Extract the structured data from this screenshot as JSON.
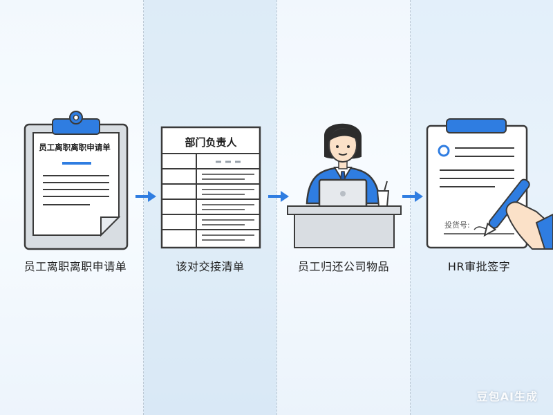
{
  "steps": [
    {
      "label": "员工离职离职申请单",
      "doc_title": "员工离职离职申请单",
      "icon": "clipboard-icon"
    },
    {
      "label": "该对交接清单",
      "doc_title": "部门负责人",
      "icon": "checklist-table-icon"
    },
    {
      "label": "员工归还公司物品",
      "icon": "employee-at-desk-icon"
    },
    {
      "label": "HR审批签字",
      "field_label": "投货号:",
      "icon": "signed-document-icon"
    }
  ],
  "arrow_icon": "right-arrow-icon",
  "watermark": "豆包AI生成",
  "colors": {
    "accent_blue": "#2f7de1",
    "outline": "#3a3a3a",
    "paper": "#ffffff",
    "desk_gray": "#d9dde2"
  }
}
